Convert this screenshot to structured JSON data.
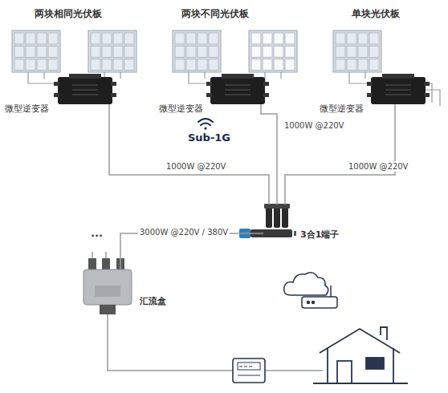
{
  "diagram": {
    "nodes": [
      {
        "text": [
          "微型逆变器"
        ]
      },
      {
        "text": [
          "微型逆变器"
        ]
      },
      {
        "text": [
          "微型逆变器"
        ]
      },
      {
        "text": [
          "3合1端子"
        ]
      },
      {
        "text": [
          "汇流盒"
        ]
      }
    ],
    "edges": [
      {
        "from": 0,
        "to": 3,
        "arrow": "none",
        "label": "1000W @220V"
      },
      {
        "from": 1,
        "to": 3,
        "arrow": "none",
        "label": "1000W @220V"
      },
      {
        "from": 2,
        "to": 3,
        "arrow": "none",
        "label": "1000W @220V"
      },
      {
        "from": 3,
        "to": 4,
        "arrow": "none",
        "label": "3000W @220V / 380V"
      }
    ],
    "labels": [
      "两块相同光伏板",
      "两块不同光伏板",
      "单块光伏板",
      "Sub-1G",
      "···"
    ]
  }
}
